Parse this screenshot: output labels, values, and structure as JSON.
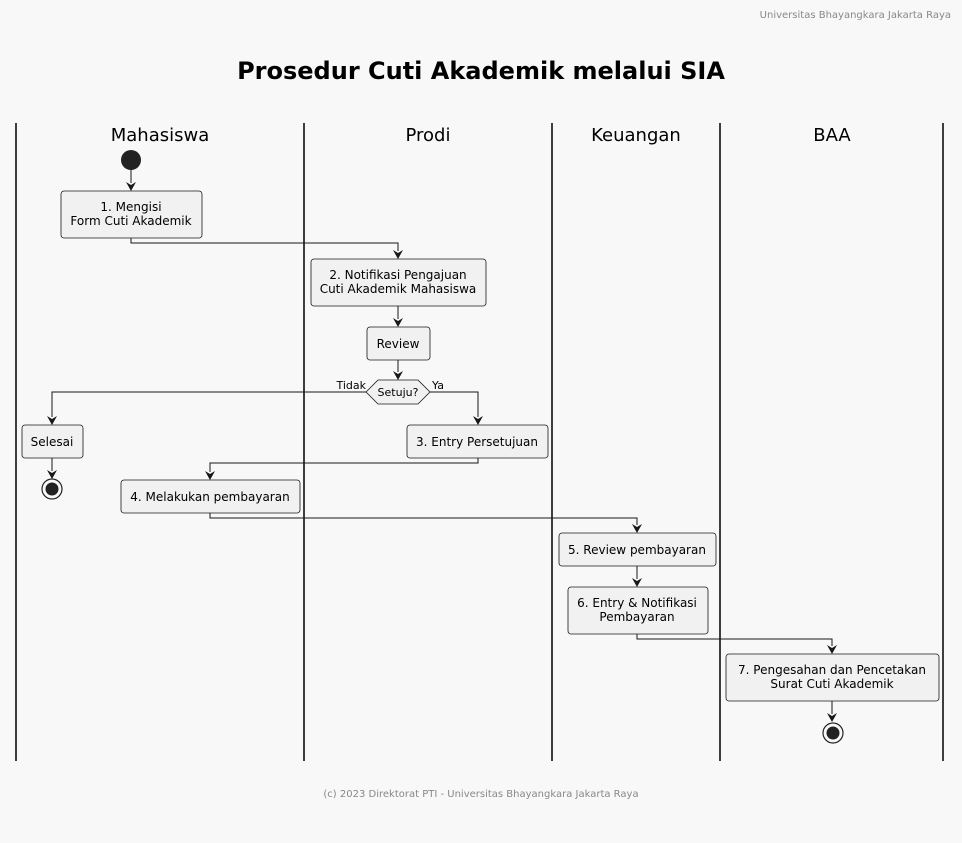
{
  "header": "Universitas Bhayangkara Jakarta Raya",
  "title": "Prosedur Cuti Akademik melalui SIA",
  "footer": "(c) 2023 Direktorat PTI - Universitas Bhayangkara Jakarta Raya",
  "lanes": [
    "Mahasiswa",
    "Prodi",
    "Keuangan",
    "BAA"
  ],
  "nodes": {
    "n1": [
      "1. Mengisi",
      "Form Cuti Akademik"
    ],
    "n2": [
      "2. Notifikasi Pengajuan",
      "Cuti Akademik Mahasiswa"
    ],
    "review": "Review",
    "decision": "Setuju?",
    "selesai": "Selesai",
    "n3": "3. Entry Persetujuan",
    "n4": "4. Melakukan pembayaran",
    "n5": "5. Review pembayaran",
    "n6": [
      "6. Entry & Notifikasi",
      "Pembayaran"
    ],
    "n7": [
      "7. Pengesahan dan Pencetakan",
      "Surat Cuti Akademik"
    ]
  },
  "edge_labels": {
    "no": "Tidak",
    "yes": "Ya"
  }
}
